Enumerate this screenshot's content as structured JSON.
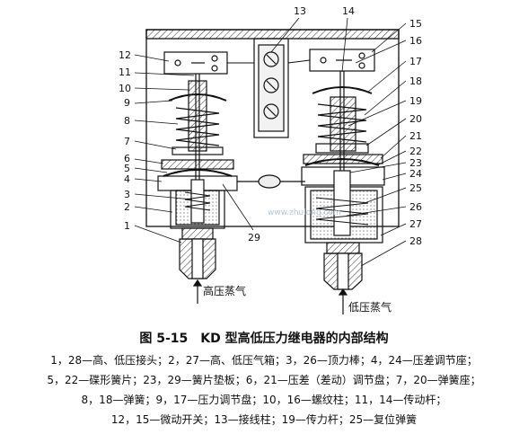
{
  "figure": {
    "caption": "图 5-15　KD 型高低压力继电器的内部结构",
    "legend_lines": [
      "1，28—高、低压接头；2，27—高、低压气箱；3，26—顶力棒；4，24—压差调节座；",
      "5，22—碟形簧片；23，29—簧片垫板；6，21—压差（差动）调节盘；7，20—弹簧座；",
      "8，18—弹簧；9，17—压力调节盘；10，16—螺纹柱；11，14—传动杆；",
      "12，15—微动开关；13—接线柱；19—传力杆；25—复位弹簧"
    ],
    "inlet_high": "高压蒸气",
    "inlet_low": "低压蒸气",
    "watermark": "www.zhulong.com"
  },
  "callouts": {
    "left": [
      "12",
      "11",
      "10",
      "9",
      "8",
      "7",
      "6",
      "5",
      "4",
      "3",
      "2",
      "1"
    ],
    "top": [
      "13",
      "14"
    ],
    "right": [
      "15",
      "16",
      "17",
      "18",
      "19",
      "20",
      "21",
      "22",
      "23",
      "24",
      "25",
      "26",
      "27",
      "28"
    ],
    "bottom": [
      "29"
    ]
  },
  "colors": {
    "line": "#111111",
    "hatch": "#333333",
    "fill_gray": "#d9d9d9"
  }
}
